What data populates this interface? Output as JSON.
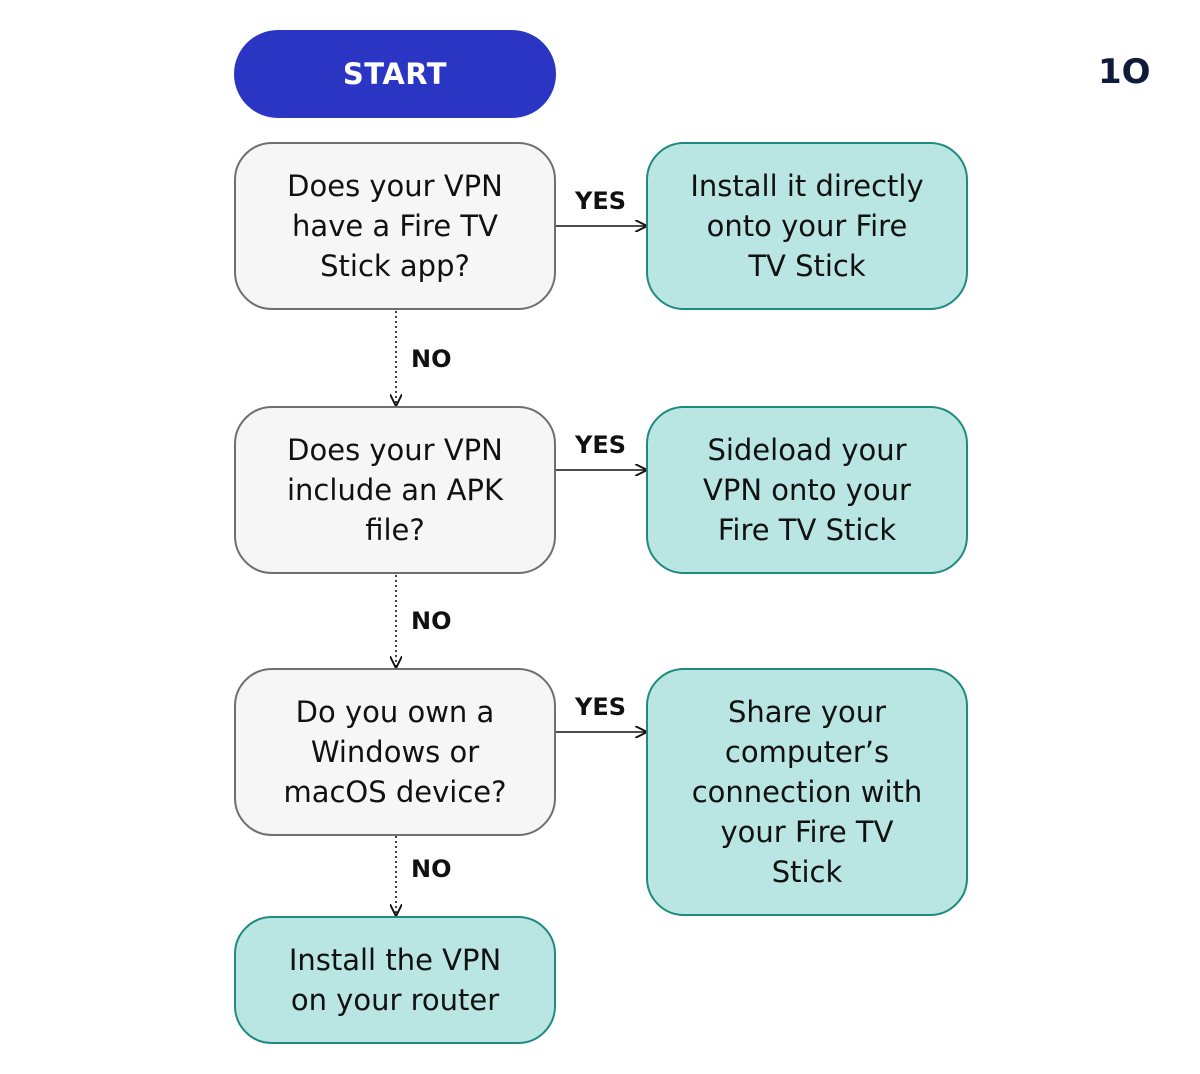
{
  "logo": {
    "text": "1O"
  },
  "start": {
    "label": "START"
  },
  "questions": [
    {
      "text": "Does your VPN\nhave a Fire TV\nStick app?"
    },
    {
      "text": "Does your VPN\ninclude an APK\nfile?"
    },
    {
      "text": "Do you own a\nWindows or\nmacOS device?"
    }
  ],
  "results": [
    {
      "text": "Install it directly\nonto your Fire\nTV Stick"
    },
    {
      "text": "Sideload your\nVPN onto your\nFire TV Stick"
    },
    {
      "text": "Share your\ncomputer’s\nconnection with\nyour Fire TV\nStick"
    },
    {
      "text": "Install the VPN\non your router"
    }
  ],
  "edge_labels": {
    "yes": "YES",
    "no": "NO"
  },
  "colors": {
    "start_fill": "#2b35c4",
    "question_fill": "#f6f6f6",
    "question_border": "#6f6f6f",
    "result_fill": "#b9e6e3",
    "result_border": "#1f8a7f",
    "logo": "#0f1a3c",
    "logo_dot": "#4a57e0"
  }
}
